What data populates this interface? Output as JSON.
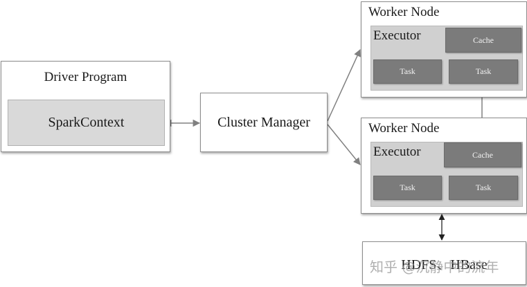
{
  "driver": {
    "title": "Driver Program",
    "context": "SparkContext"
  },
  "cluster_manager": {
    "label": "Cluster Manager"
  },
  "worker_top": {
    "title": "Worker Node",
    "executor": "Executor",
    "cache": "Cache",
    "task1": "Task",
    "task2": "Task"
  },
  "worker_bottom": {
    "title": "Worker Node",
    "executor": "Executor",
    "cache": "Cache",
    "task1": "Task",
    "task2": "Task"
  },
  "storage": {
    "label": "HDFS、HBase"
  },
  "watermark": {
    "text": "知乎 @沉静中的流年"
  },
  "colors": {
    "border": "#8c8c8c",
    "light_fill": "#d9d9d9",
    "executor_fill": "#d0d0d0",
    "dark_fill": "#7b7b7b",
    "connector": "#808080"
  }
}
